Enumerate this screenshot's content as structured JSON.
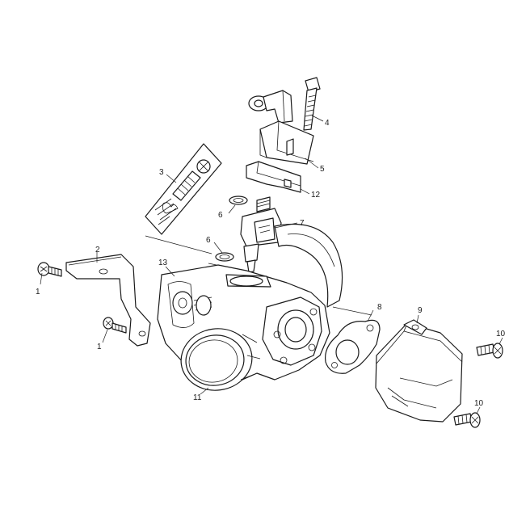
{
  "diagram": {
    "callouts": [
      {
        "id": "c1a",
        "label": "1"
      },
      {
        "id": "c1b",
        "label": "1"
      },
      {
        "id": "c2",
        "label": "2"
      },
      {
        "id": "c3",
        "label": "3"
      },
      {
        "id": "c4",
        "label": "4"
      },
      {
        "id": "c5",
        "label": "5"
      },
      {
        "id": "c6a",
        "label": "6"
      },
      {
        "id": "c6b",
        "label": "6"
      },
      {
        "id": "c7",
        "label": "7"
      },
      {
        "id": "c8",
        "label": "8"
      },
      {
        "id": "c9",
        "label": "9"
      },
      {
        "id": "c10a",
        "label": "10"
      },
      {
        "id": "c10b",
        "label": "10"
      },
      {
        "id": "c11",
        "label": "11"
      },
      {
        "id": "c12",
        "label": "12"
      },
      {
        "id": "c13",
        "label": "13"
      }
    ]
  }
}
